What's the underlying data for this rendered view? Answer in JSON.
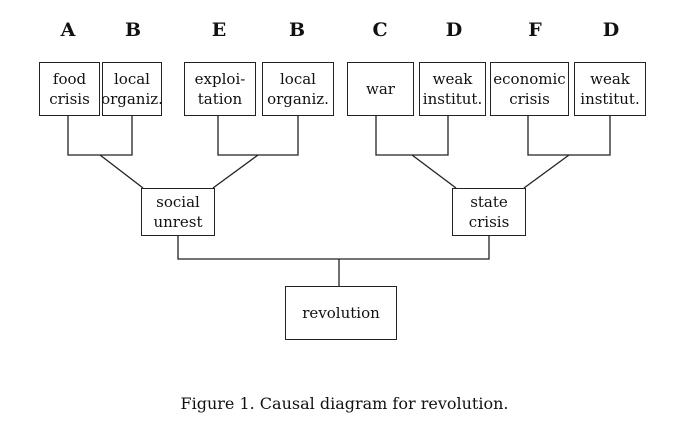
{
  "letters": [
    "A",
    "B",
    "E",
    "B",
    "C",
    "D",
    "F",
    "D"
  ],
  "leaf_boxes": [
    "food\ncrisis",
    "local\norganiz.",
    "exploi-\ntation",
    "local\norganiz.",
    "war",
    "weak\ninstitut.",
    "economic\ncrisis",
    "weak\ninstitut."
  ],
  "mid_boxes": [
    "social\nunrest",
    "state\ncrisis"
  ],
  "root_box": "revolution",
  "caption": "Figure 1. Causal diagram for revolution."
}
